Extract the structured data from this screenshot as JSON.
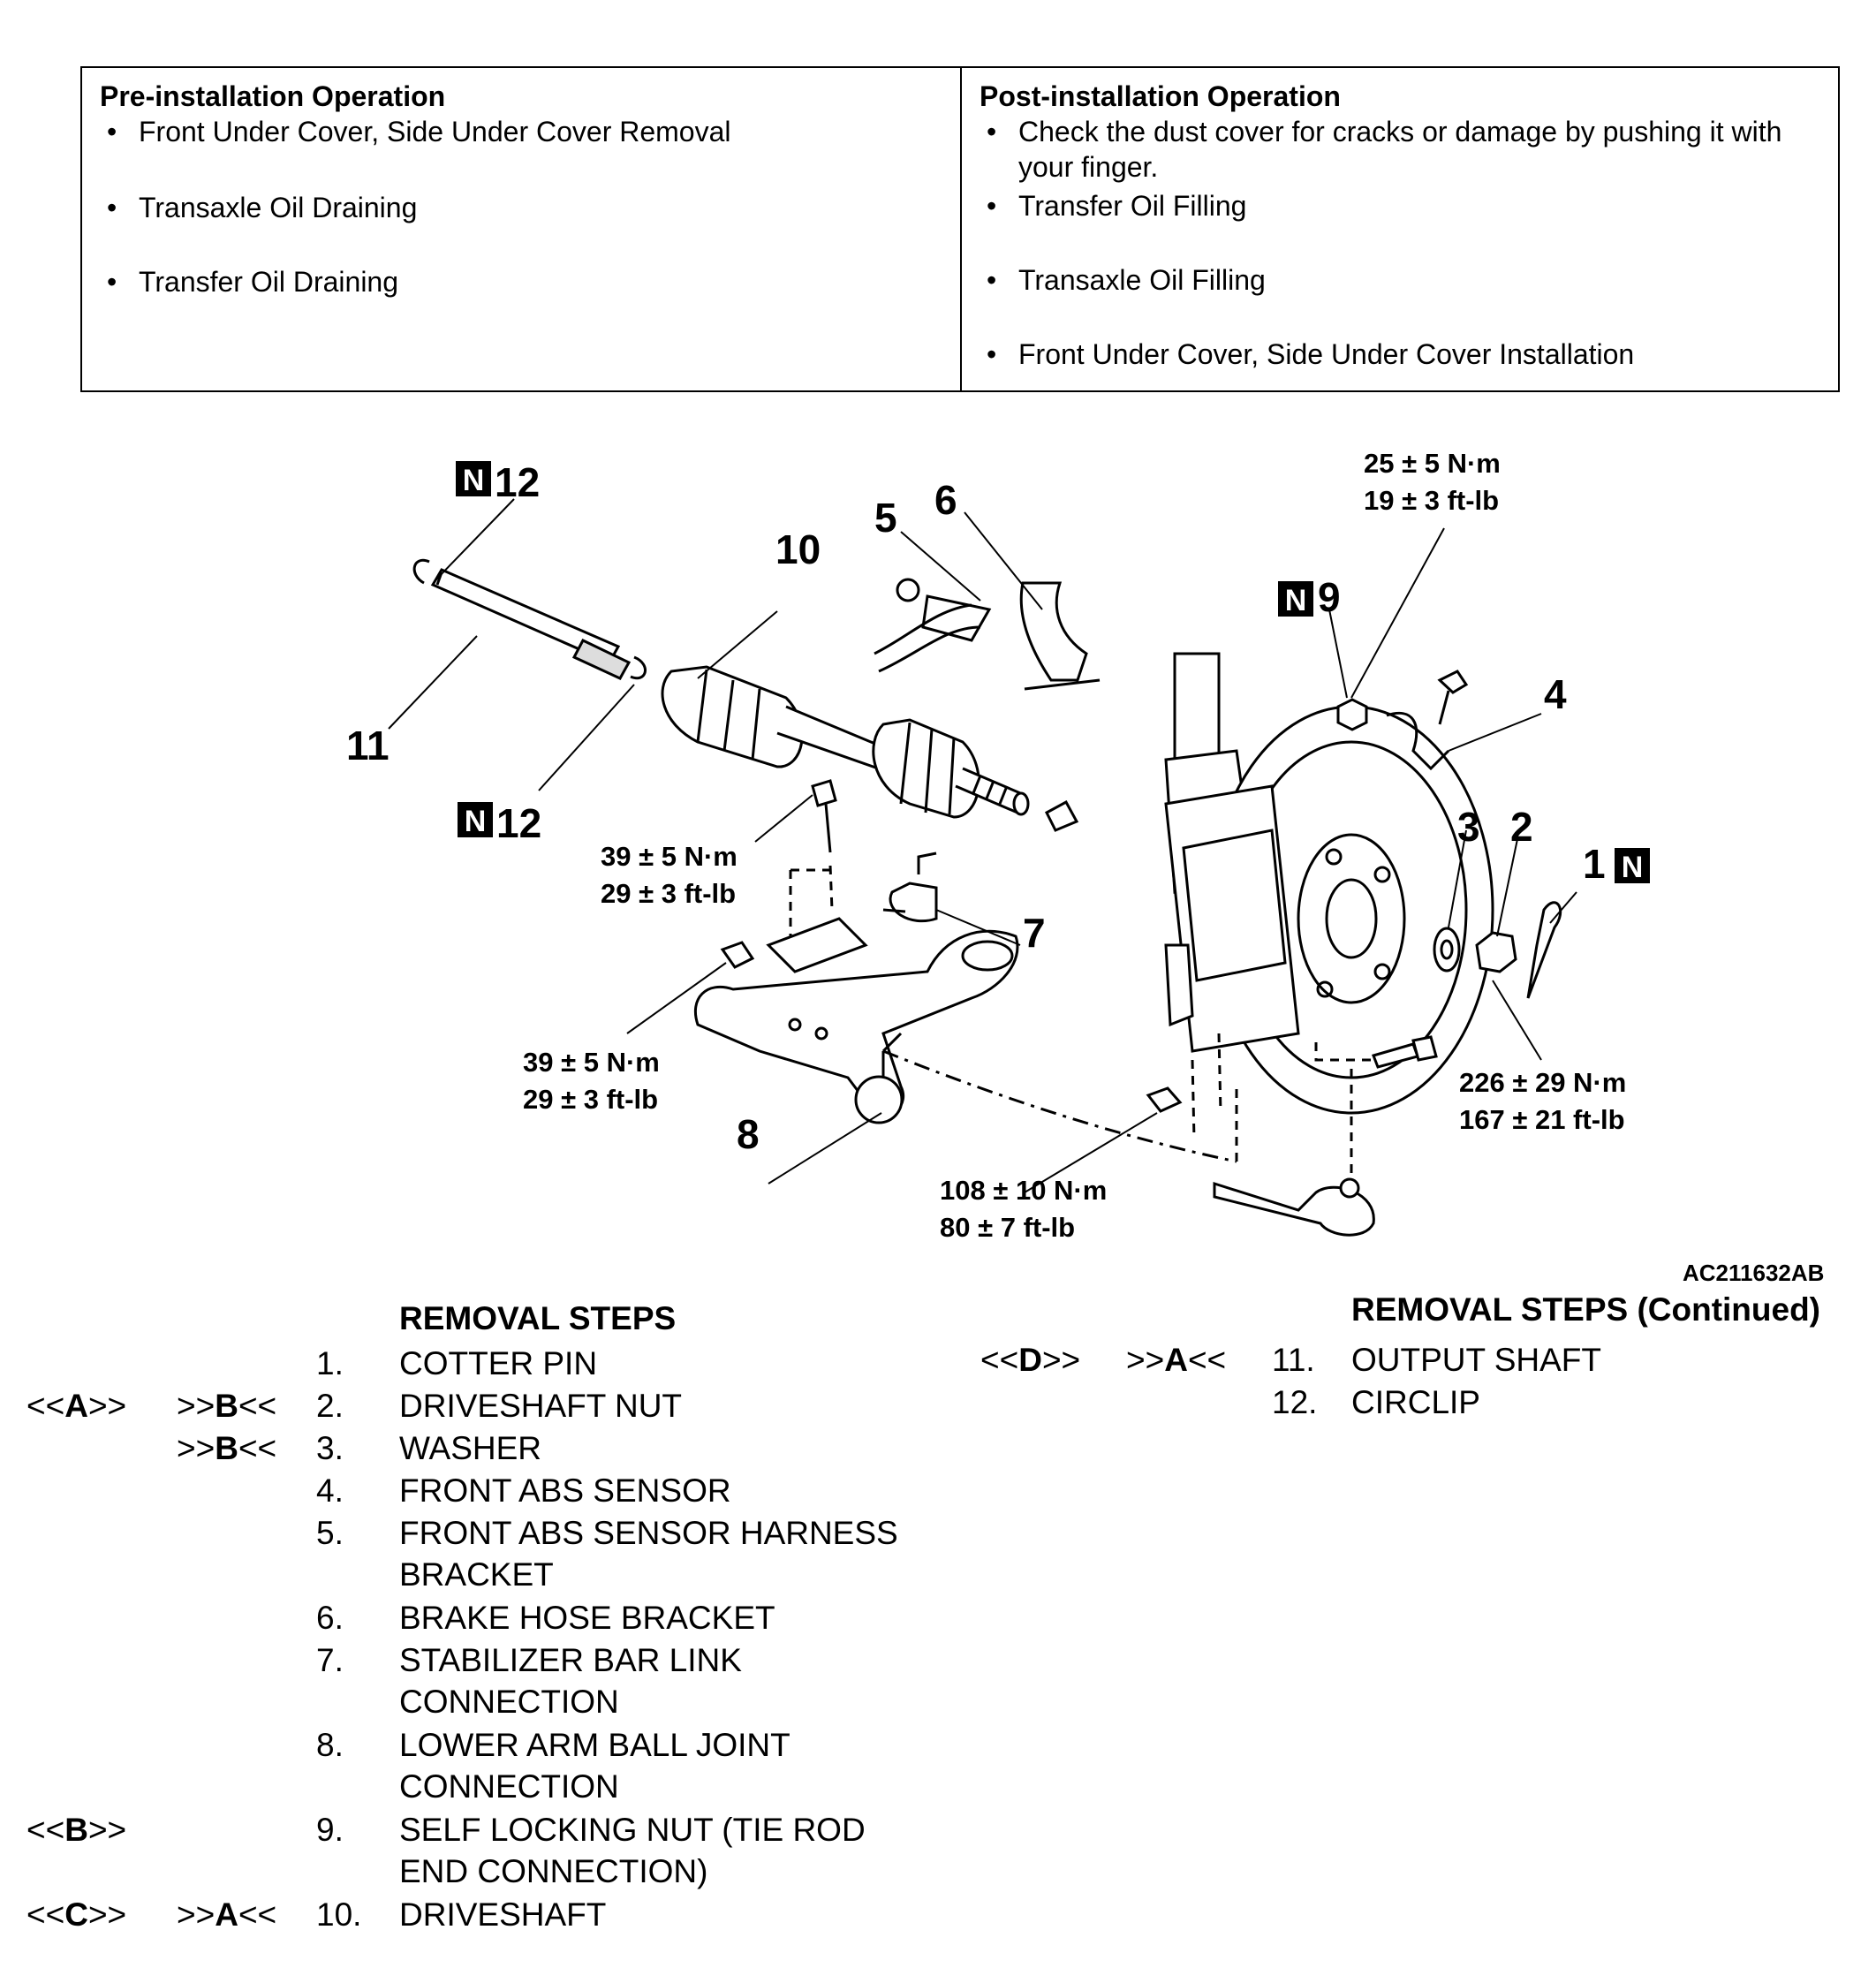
{
  "operations": {
    "pre": {
      "title": "Pre-installation Operation",
      "items": [
        "Front Under Cover, Side Under Cover Removal",
        "Transaxle Oil Draining",
        "Transfer Oil Draining"
      ]
    },
    "post": {
      "title": "Post-installation Operation",
      "items": [
        "Check the dust cover for cracks or damage by pushing it with your finger.",
        "Transfer Oil Filling",
        "Transaxle Oil Filling",
        "Front Under Cover, Side Under Cover Installation"
      ]
    }
  },
  "diagram": {
    "badge_letter": "N",
    "callouts": {
      "c1": "1",
      "c2": "2",
      "c3": "3",
      "c4": "4",
      "c5": "5",
      "c6": "6",
      "c7": "7",
      "c8": "8",
      "c9": "9",
      "c10": "10",
      "c11": "11",
      "c12a": "12",
      "c12b": "12"
    },
    "torques": {
      "nut9_nm": "25 ± 5 N·m",
      "nut9_ft": "19 ± 3 ft-lb",
      "bolt_upper_nm": "39 ± 5 N·m",
      "bolt_upper_ft": "29 ± 3 ft-lb",
      "nut_lower_nm": "39 ± 5 N·m",
      "nut_lower_ft": "29 ± 3 ft-lb",
      "hub_nut_nm": "226 ± 29 N·m",
      "hub_nut_ft": "167 ± 21 ft-lb",
      "knuckle_nut_nm": "108 ± 10 N·m",
      "knuckle_nut_ft": "80 ± 7 ft-lb"
    },
    "figure_code": "AC211632AB"
  },
  "removal_steps": {
    "heading": "REMOVAL STEPS",
    "heading_continued": "REMOVAL STEPS (Continued)",
    "steps": [
      {
        "removal_mark": "",
        "install_mark": "",
        "number": "1.",
        "label": "COTTER PIN"
      },
      {
        "removal_mark": "<<A>>",
        "install_mark": ">>B<<",
        "number": "2.",
        "label": "DRIVESHAFT NUT"
      },
      {
        "removal_mark": "",
        "install_mark": ">>B<<",
        "number": "3.",
        "label": "WASHER"
      },
      {
        "removal_mark": "",
        "install_mark": "",
        "number": "4.",
        "label": "FRONT ABS SENSOR"
      },
      {
        "removal_mark": "",
        "install_mark": "",
        "number": "5.",
        "label": "FRONT ABS SENSOR HARNESS",
        "label2": "BRACKET"
      },
      {
        "removal_mark": "",
        "install_mark": "",
        "number": "6.",
        "label": "BRAKE HOSE BRACKET"
      },
      {
        "removal_mark": "",
        "install_mark": "",
        "number": "7.",
        "label": "STABILIZER BAR LINK",
        "label2": "CONNECTION"
      },
      {
        "removal_mark": "",
        "install_mark": "",
        "number": "8.",
        "label": "LOWER ARM BALL JOINT",
        "label2": "CONNECTION"
      },
      {
        "removal_mark": "<<B>>",
        "install_mark": "",
        "number": "9.",
        "label": "SELF LOCKING NUT (TIE ROD",
        "label2": "END CONNECTION)"
      },
      {
        "removal_mark": "<<C>>",
        "install_mark": ">>A<<",
        "number": "10.",
        "label": "DRIVESHAFT"
      },
      {
        "removal_mark": "<<D>>",
        "install_mark": ">>A<<",
        "number": "11.",
        "label": "OUTPUT SHAFT"
      },
      {
        "removal_mark": "",
        "install_mark": "",
        "number": "12.",
        "label": "CIRCLIP"
      }
    ]
  }
}
